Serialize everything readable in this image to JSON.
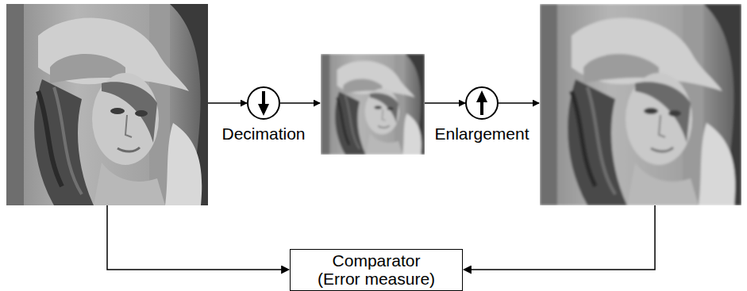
{
  "diagram": {
    "nodes": [
      {
        "text": [
          "Comparator (Error measure)"
        ]
      }
    ],
    "labels": [
      "Decimation",
      "Enlargement"
    ]
  }
}
